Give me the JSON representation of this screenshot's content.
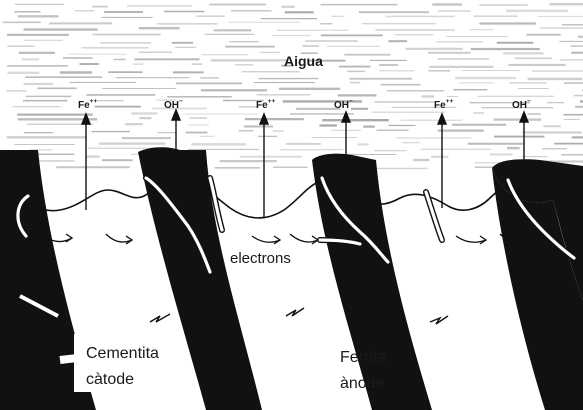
{
  "water_label": "Aigua",
  "ions": [
    {
      "base": "Fe",
      "sup": "++"
    },
    {
      "base": "OH",
      "sup": "−"
    },
    {
      "base": "Fe",
      "sup": "++"
    },
    {
      "base": "OH",
      "sup": "−"
    },
    {
      "base": "Fe",
      "sup": "++"
    },
    {
      "base": "OH",
      "sup": "−"
    }
  ],
  "electrons_label": "electrons",
  "cementite_label": "Cementita",
  "cathode_label": "càtode",
  "ferrite_label": "Ferrita",
  "anode_label": "ànode",
  "colors": {
    "ink": "#111111",
    "paper": "#ffffff",
    "water_streak": "#9a9a9a"
  }
}
